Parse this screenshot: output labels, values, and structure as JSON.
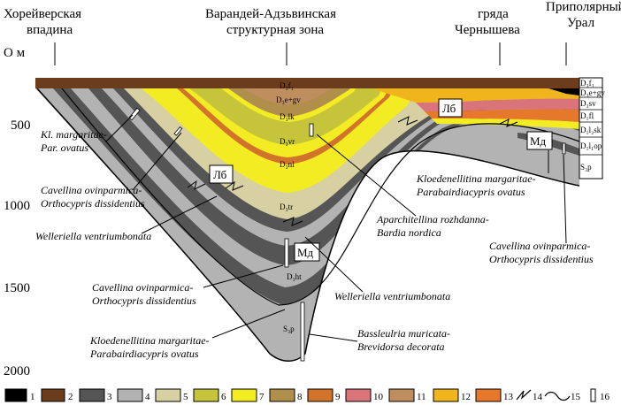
{
  "regions": {
    "left": [
      "Хорейверская",
      "впадина"
    ],
    "center": [
      "Варандей-Адзьвинская",
      "структурная зона"
    ],
    "right1": [
      "гряда",
      "Чернышева"
    ],
    "right2": [
      "Приполярный",
      "Урал"
    ]
  },
  "depth_axis": {
    "unit_label": "О м",
    "ticks": [
      "500",
      "1000",
      "1500",
      "2000"
    ]
  },
  "boxes": {
    "lb1": "Лб",
    "lb2": "Лб",
    "md1": "Мд",
    "md2": "Мд"
  },
  "strat_labels": {
    "d3f1": "D₃f₁",
    "d3egv": "D₃e+gv",
    "d3lk": "D₃lk",
    "d3vr": "D₃vr",
    "d3nl": "D₃nl",
    "d3tr": "D₃tr",
    "d3ht": "D₃ht",
    "s3p": "S₃p"
  },
  "right_column": [
    "D₃f₁",
    "D₃e+gv",
    "D₃sv",
    "D₁fl",
    "D₁l₂sk",
    "D₁l₁op",
    "S₃p"
  ],
  "species": {
    "kl1": "Kl. margaritae-",
    "kl2": "Par. ovatus",
    "cav1": "Cavellina ovinparmica-",
    "cav2": "Orthocypris dissidentius",
    "wel": "Welleriella ventriumbonata",
    "cav3": "Cavellina ovinparmica-",
    "cav4": "Orthocypris dissidentius",
    "klo1": "Kloedenellitina margaritae-",
    "klo2": "Parabairdiacypris ovatus",
    "apa1": "Aparchitellina rozhdanna-",
    "apa2": "Bardia nordica",
    "wel2": "Welleriella ventriumbonata",
    "bas1": "Bassleulria muricata-",
    "bas2": "Brevidorsa decorata",
    "kr1": "Kloedenellitina margaritae-",
    "kr2": "Parabairdiacypris ovatus",
    "cr1": "Cavellina ovinparmica-",
    "cr2": "Orthocypris dissidentius"
  },
  "legend": [
    "1",
    "2",
    "3",
    "4",
    "5",
    "6",
    "7",
    "8",
    "9",
    "10",
    "11",
    "12",
    "13",
    "14",
    "15",
    "16"
  ],
  "colors": {
    "black": "#000000",
    "brown": "#6b3d1c",
    "darkgray": "#555555",
    "gray": "#b3b3b3",
    "tan": "#d7d0a2",
    "olive": "#c5c43a",
    "yellow": "#f3ec22",
    "khaki": "#b08e4c",
    "orange": "#d2732c",
    "pink": "#d9747a",
    "lightbrown": "#bf8e5f",
    "gold": "#f0b51c",
    "deeporange": "#e5782a"
  }
}
